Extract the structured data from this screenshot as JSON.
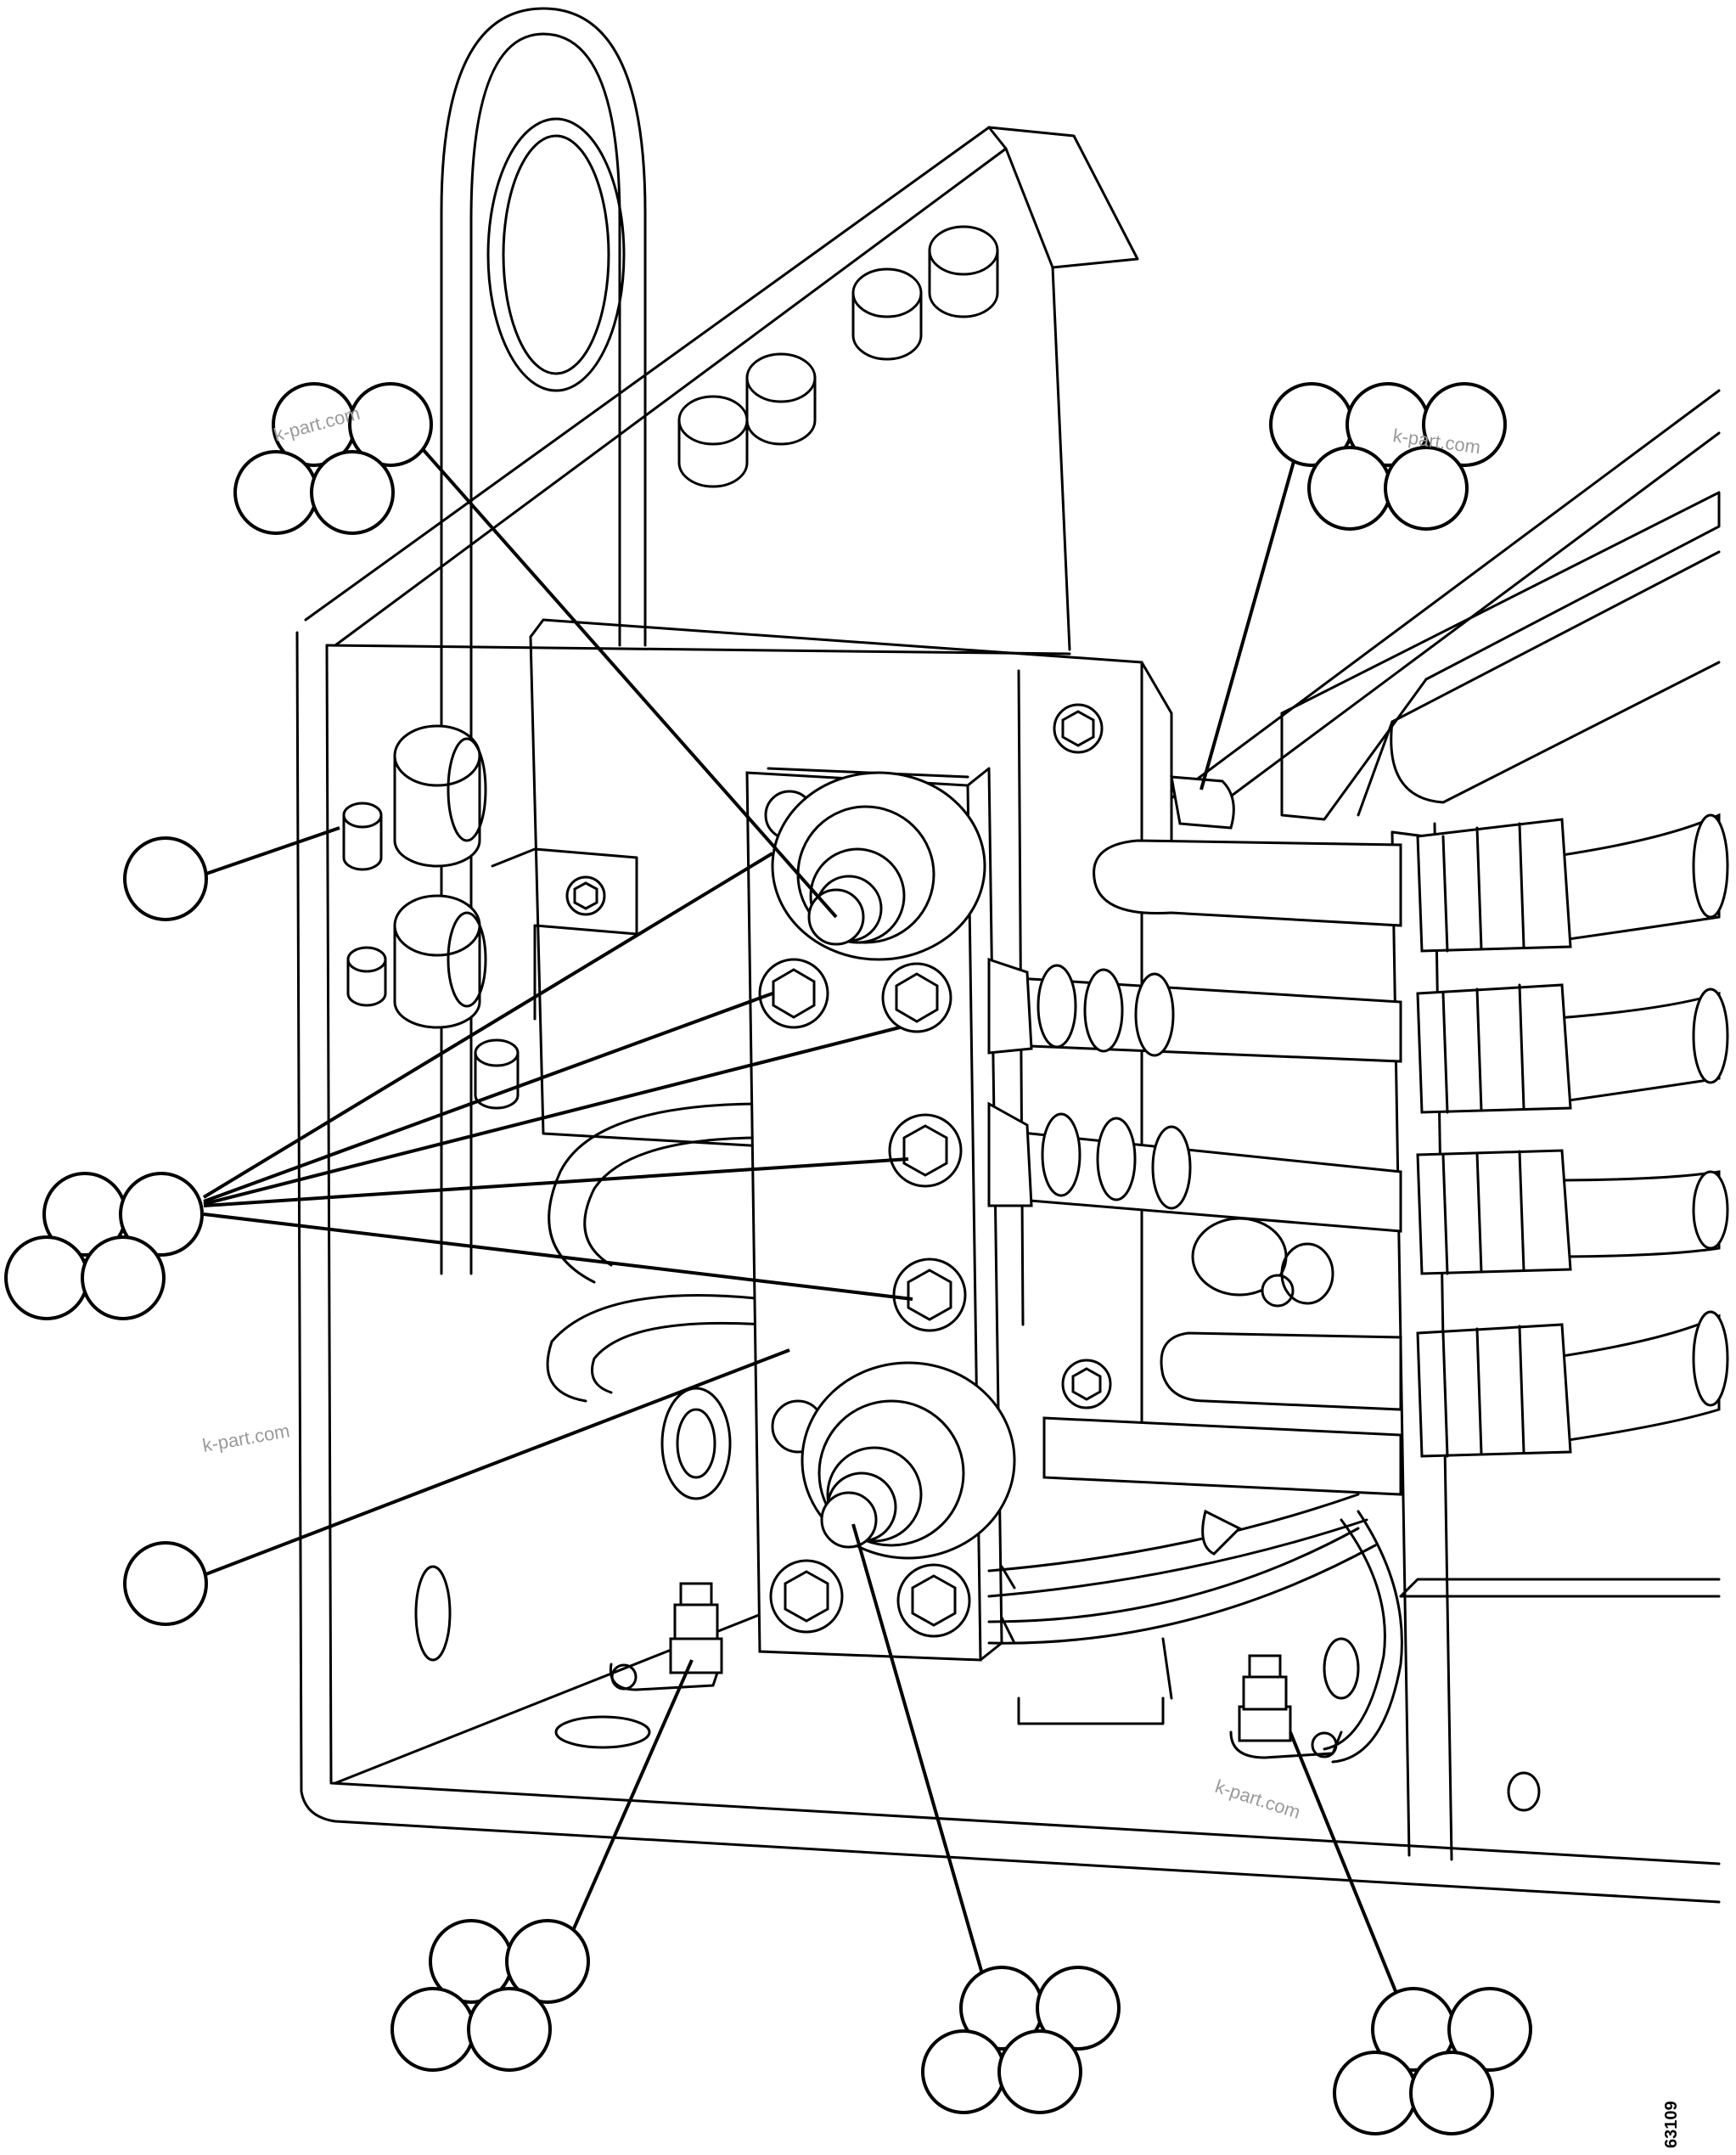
{
  "watermarks": [
    "k-part.com",
    "k-part.com",
    "k-part.com",
    "k-part.com"
  ],
  "figure_number": "63109",
  "line_color": "#000000",
  "background_color": "#ffffff",
  "watermark_color": "#9a9a9a"
}
